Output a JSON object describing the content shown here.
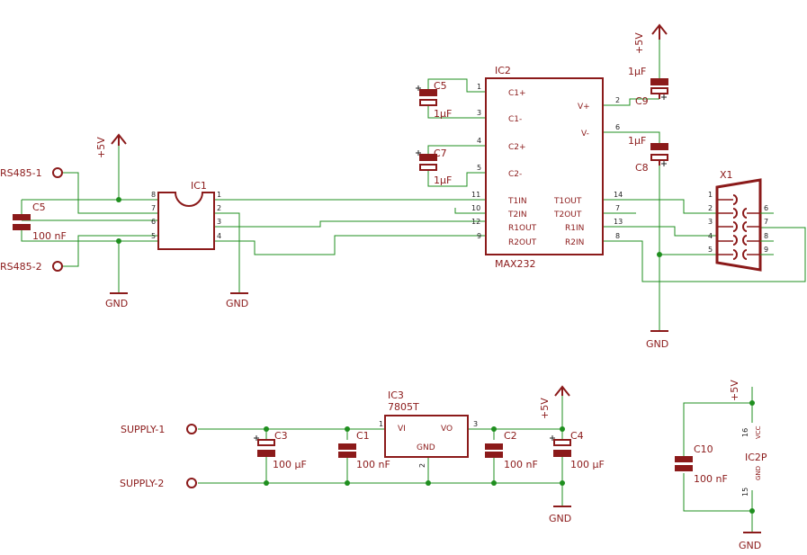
{
  "colors": {
    "wire": "#1f8f1f",
    "symbol": "#8b1a1a",
    "text": "#8b1a1a",
    "pin_number": "#222222",
    "background": "#ffffff"
  },
  "ports": {
    "rs485_1": "RS485-1",
    "rs485_2": "RS485-2",
    "supply_1": "SUPPLY-1",
    "supply_2": "SUPPLY-2"
  },
  "power": {
    "vcc": "+5V",
    "gnd": "GND"
  },
  "ic1": {
    "name": "IC1",
    "left_pins": [
      "8",
      "7",
      "6",
      "5"
    ],
    "right_pins": [
      "1",
      "2",
      "3",
      "4"
    ]
  },
  "ic2": {
    "name": "IC2",
    "part": "MAX232",
    "left_pins": [
      {
        "num": "1",
        "name": "C1+"
      },
      {
        "num": "3",
        "name": "C1-"
      },
      {
        "num": "4",
        "name": "C2+"
      },
      {
        "num": "5",
        "name": "C2-"
      },
      {
        "num": "11",
        "name": "T1IN"
      },
      {
        "num": "10",
        "name": "T2IN"
      },
      {
        "num": "12",
        "name": "R1OUT"
      },
      {
        "num": "9",
        "name": "R2OUT"
      }
    ],
    "right_pins": [
      {
        "num": "2",
        "name": "V+"
      },
      {
        "num": "6",
        "name": "V-"
      },
      {
        "num": "14",
        "name": "T1OUT"
      },
      {
        "num": "7",
        "name": "T2OUT"
      },
      {
        "num": "13",
        "name": "R1IN"
      },
      {
        "num": "8",
        "name": "R2IN"
      }
    ]
  },
  "ic3": {
    "name": "IC3",
    "part": "7805T",
    "vi": "VI",
    "vo": "VO",
    "gnd": "GND",
    "pin_in": "1",
    "pin_gnd": "2",
    "pin_out": "3"
  },
  "ic2p": {
    "name": "IC2P",
    "vcc": "VCC",
    "gnd": "GND",
    "pin_vcc": "16",
    "pin_gnd": "15"
  },
  "x1": {
    "name": "X1",
    "pins": [
      "1",
      "2",
      "3",
      "4",
      "5",
      "6",
      "7",
      "8",
      "9"
    ]
  },
  "components": {
    "c5_top": {
      "name": "C5",
      "value": "1µF"
    },
    "c7": {
      "name": "C7",
      "value": "1µF"
    },
    "c9": {
      "name": "C9",
      "value": "1µF"
    },
    "c8": {
      "name": "C8",
      "value": "1µF"
    },
    "c5_left": {
      "name": "C5",
      "value": "100 nF"
    },
    "c3": {
      "name": "C3",
      "value": "100 µF"
    },
    "c1": {
      "name": "C1",
      "value": "100 nF"
    },
    "c2": {
      "name": "C2",
      "value": "100 nF"
    },
    "c4": {
      "name": "C4",
      "value": "100 µF"
    },
    "c10": {
      "name": "C10",
      "value": "100 nF"
    }
  }
}
